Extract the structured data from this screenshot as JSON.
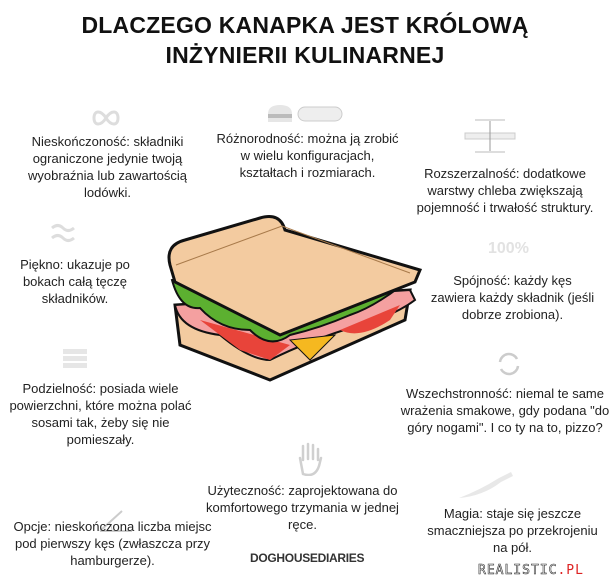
{
  "title": {
    "line1": "DLACZEGO KANAPKA JEST KRÓLOWĄ",
    "line2": "INŻYNIERII KULINARNEJ"
  },
  "items": [
    {
      "icon": "infinity-icon",
      "text": "Nieskończoność: składniki ograniczone jedynie twoją wyobraźnia lub zawartością lodówki."
    },
    {
      "icon": "bread-shapes-icon",
      "text": "Różnorodność: można ją zrobić w wielu konfiguracjach, kształtach i rozmiarach."
    },
    {
      "icon": "expand-arrows-icon",
      "text": "Rozszerzalność: dodatkowe warstwy chleba zwiększają pojemność i trwałość struktury."
    },
    {
      "icon": "wave-icon",
      "text": "Piękno: ukazuje po bokach całą tęczę składników."
    },
    {
      "icon": "percent-icon",
      "icon_text": "100%",
      "text": "Spójność: każdy kęs zawiera każdy składnik (jeśli dobrze zrobiona)."
    },
    {
      "icon": "layers-icon",
      "text": "Podzielność: posiada wiele powierzchni, które można polać sosami tak, żeby się nie pomieszały."
    },
    {
      "icon": "rotate-icon",
      "text": "Wszechstronność: niemal te same wrażenia smakowe, gdy podana \"do góry nogami\". I co ty na to, pizzo?"
    },
    {
      "icon": "hand-icon",
      "text": "Użyteczność: zaprojektowana do komfortowego trzymania w jednej ręce."
    },
    {
      "icon": "angle-icon",
      "text": "Opcje: nieskończona liczba miejsc pod pierwszy kęs (zwłaszcza przy hamburgerze)."
    },
    {
      "icon": "knife-icon",
      "text": "Magia: staje się jeszcze smaczniejsza po przekrojeniu na pół."
    }
  ],
  "credit": "DOGHOUSEDIARIES",
  "watermark": {
    "main": "REALISTIC",
    "accent": ".PL"
  },
  "colors": {
    "bread": "#f3cba0",
    "crust": "#a87a4a",
    "lettuce": "#5cb030",
    "tomato": "#e8443a",
    "cheese": "#f5b820",
    "ham": "#f4a0a0",
    "icon": "#d8d8d8"
  }
}
